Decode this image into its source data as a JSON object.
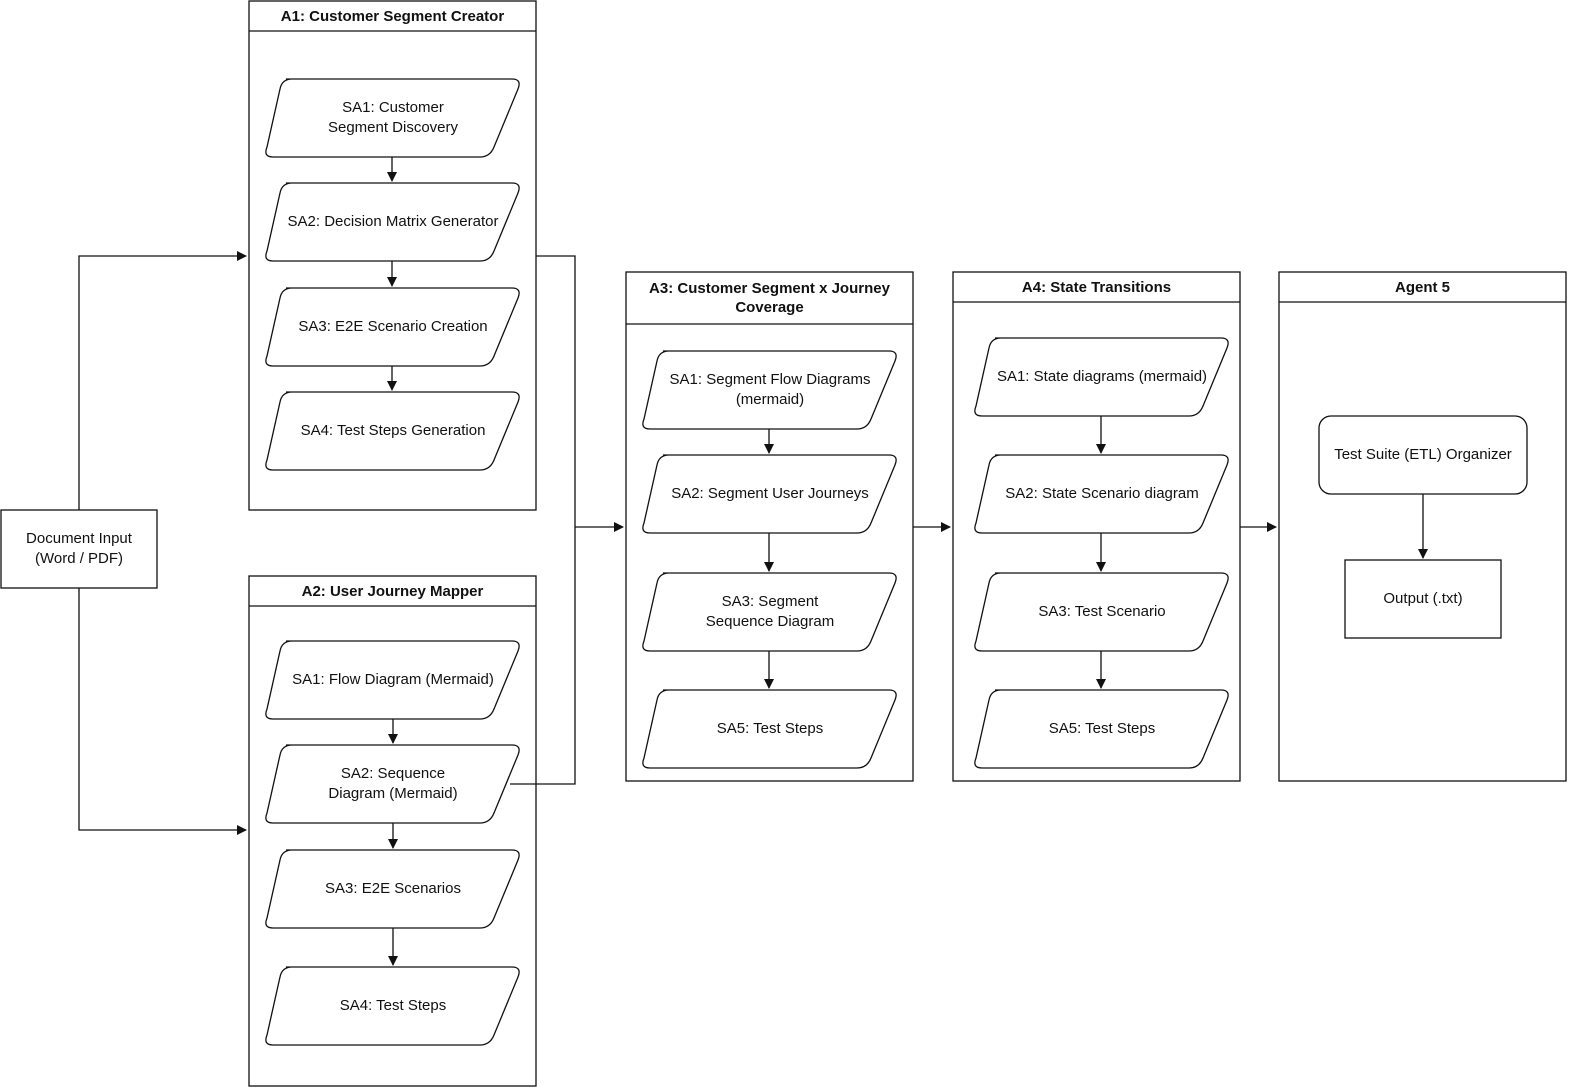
{
  "document_input": {
    "label": "Document Input\n(Word / PDF)"
  },
  "agents": [
    {
      "title": "A1: Customer Segment Creator",
      "steps": [
        "SA1: Customer\nSegment Discovery",
        "SA2: Decision Matrix Generator",
        "SA3: E2E Scenario Creation",
        "SA4: Test Steps Generation"
      ]
    },
    {
      "title": "A2: User Journey Mapper",
      "steps": [
        "SA1: Flow Diagram (Mermaid)",
        "SA2: Sequence\nDiagram (Mermaid)",
        "SA3: E2E Scenarios",
        "SA4: Test Steps"
      ]
    },
    {
      "title": "A3: Customer Segment x Journey\nCoverage",
      "steps": [
        "SA1: Segment Flow Diagrams\n(mermaid)",
        "SA2: Segment User Journeys",
        "SA3: Segment\nSequence Diagram",
        "SA5: Test Steps"
      ]
    },
    {
      "title": "A4: State Transitions",
      "steps": [
        "SA1: State diagrams (mermaid)",
        "SA2: State Scenario diagram",
        "SA3: Test Scenario",
        "SA5: Test Steps"
      ]
    },
    {
      "title": "Agent 5",
      "steps": [
        "Test Suite (ETL) Organizer",
        "Output (.txt)"
      ]
    }
  ],
  "colors": {
    "stroke": "#111111",
    "fill": "#ffffff",
    "text": "#111111"
  }
}
